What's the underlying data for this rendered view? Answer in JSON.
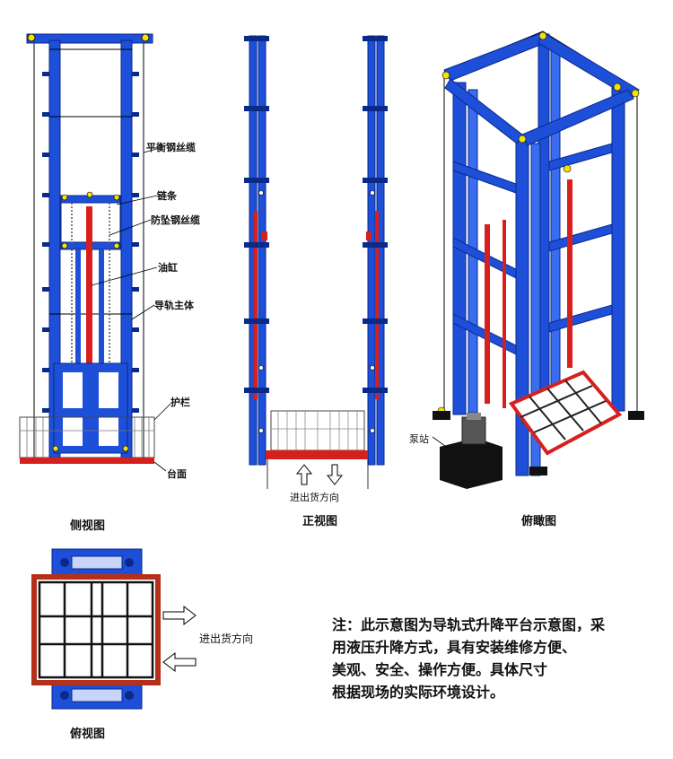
{
  "side_view": {
    "caption": "侧视图",
    "labels": {
      "balance_cable": "平衡钢丝缆",
      "chain": "链条",
      "fall_cable": "防坠钢丝缆",
      "cylinder": "油缸",
      "rail": "导轨主体",
      "guardrail": "护栏",
      "platform": "台面"
    }
  },
  "front_view": {
    "caption": "正视图",
    "direction": "进出货方向"
  },
  "iso_view": {
    "caption": "俯瞰图",
    "pump": "泵站"
  },
  "top_view": {
    "caption": "俯视图",
    "direction": "进出货方向"
  },
  "note": {
    "line1": "注：此示意图为导轨式升降平台示意图，采",
    "line2": "用液压升降方式，具有安装维修方便、",
    "line3": "美观、安全、操作方便。具体尺寸",
    "line4": "根据现场的实际环境设计。"
  },
  "colors": {
    "steel_blue": "#1e4fd8",
    "dark_blue": "#0a2a8a",
    "red": "#d6201e",
    "yellow": "#f2e20a"
  }
}
